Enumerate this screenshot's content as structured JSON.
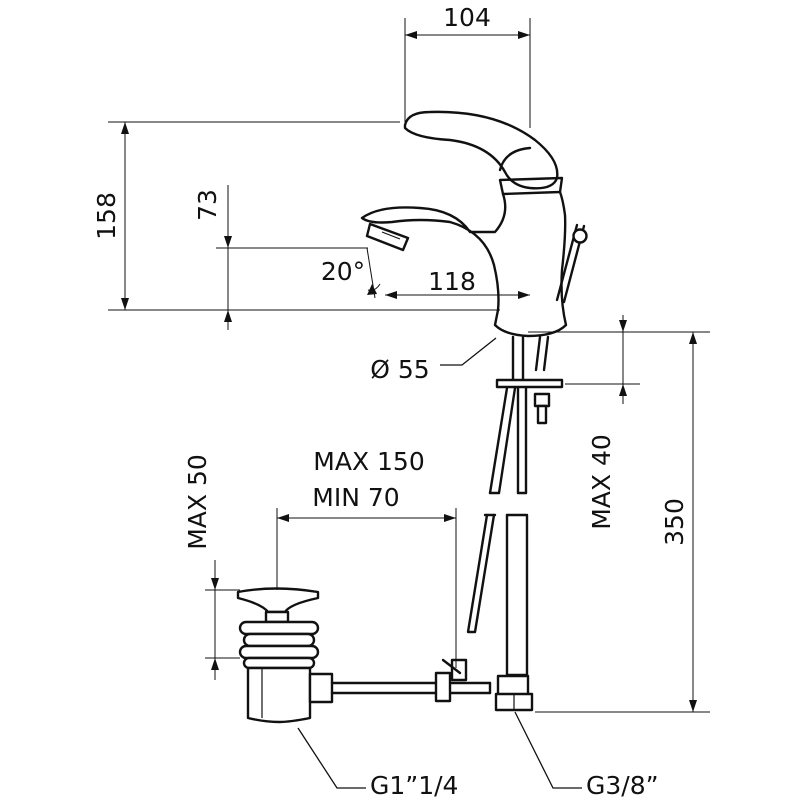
{
  "dimensions": {
    "top_width": "104",
    "total_height": "158",
    "spout_height": "73",
    "spout_angle": "20°",
    "spout_reach": "118",
    "base_diameter": "Ø 55",
    "drain_travel_max": "MAX 150",
    "drain_travel_min": "MIN 70",
    "drain_height_max": "MAX 50",
    "deck_thickness_max": "MAX 40",
    "hose_length": "350"
  },
  "callouts": {
    "drain_thread": "G1”1/4",
    "supply_thread": "G3/8”"
  },
  "colors": {
    "line": "#111111",
    "background": "#ffffff"
  }
}
